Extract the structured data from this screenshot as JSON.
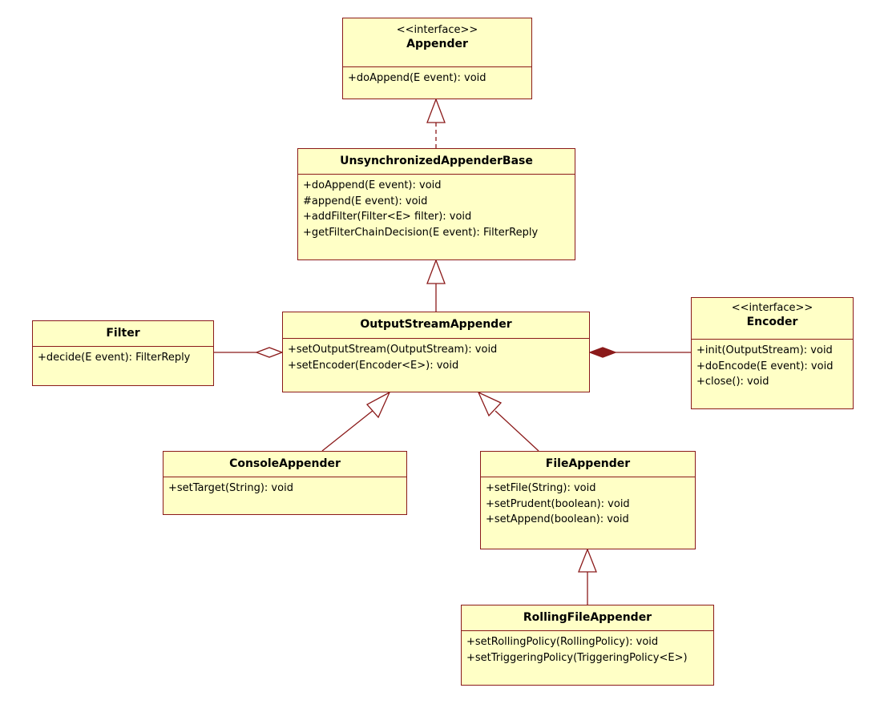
{
  "classes": {
    "appender": {
      "stereotype": "<<interface>>",
      "name": "Appender",
      "operations": [
        "+doAppend(E event): void"
      ]
    },
    "unsync": {
      "name": "UnsynchronizedAppenderBase",
      "operations": [
        "+doAppend(E event): void",
        "#append(E event): void",
        "+addFilter(Filter<E> filter): void",
        "+getFilterChainDecision(E event): FilterReply"
      ]
    },
    "filter": {
      "name": "Filter",
      "operations": [
        "+decide(E event): FilterReply"
      ]
    },
    "outputstream": {
      "name": "OutputStreamAppender",
      "operations": [
        "+setOutputStream(OutputStream): void",
        "+setEncoder(Encoder<E>): void"
      ]
    },
    "encoder": {
      "stereotype": "<<interface>>",
      "name": "Encoder",
      "operations": [
        "+init(OutputStream): void",
        "+doEncode(E event): void",
        "+close(): void"
      ]
    },
    "console": {
      "name": "ConsoleAppender",
      "operations": [
        "+setTarget(String): void"
      ]
    },
    "file": {
      "name": "FileAppender",
      "operations": [
        "+setFile(String): void",
        "+setPrudent(boolean): void",
        "+setAppend(boolean): void"
      ]
    },
    "rolling": {
      "name": "RollingFileAppender",
      "operations": [
        "+setRollingPolicy(RollingPolicy): void",
        "+setTriggeringPolicy(TriggeringPolicy<E>)"
      ]
    }
  },
  "relationships": [
    {
      "from": "unsync",
      "to": "appender",
      "kind": "realization"
    },
    {
      "from": "outputstream",
      "to": "unsync",
      "kind": "generalization"
    },
    {
      "from": "console",
      "to": "outputstream",
      "kind": "generalization"
    },
    {
      "from": "file",
      "to": "outputstream",
      "kind": "generalization"
    },
    {
      "from": "rolling",
      "to": "file",
      "kind": "generalization"
    },
    {
      "from": "outputstream",
      "to": "filter",
      "kind": "aggregation"
    },
    {
      "from": "outputstream",
      "to": "encoder",
      "kind": "composition"
    }
  ],
  "colors": {
    "fill": "#ffffc6",
    "border": "#8b1a1a",
    "line": "#8b1a1a",
    "text": "#000000"
  }
}
